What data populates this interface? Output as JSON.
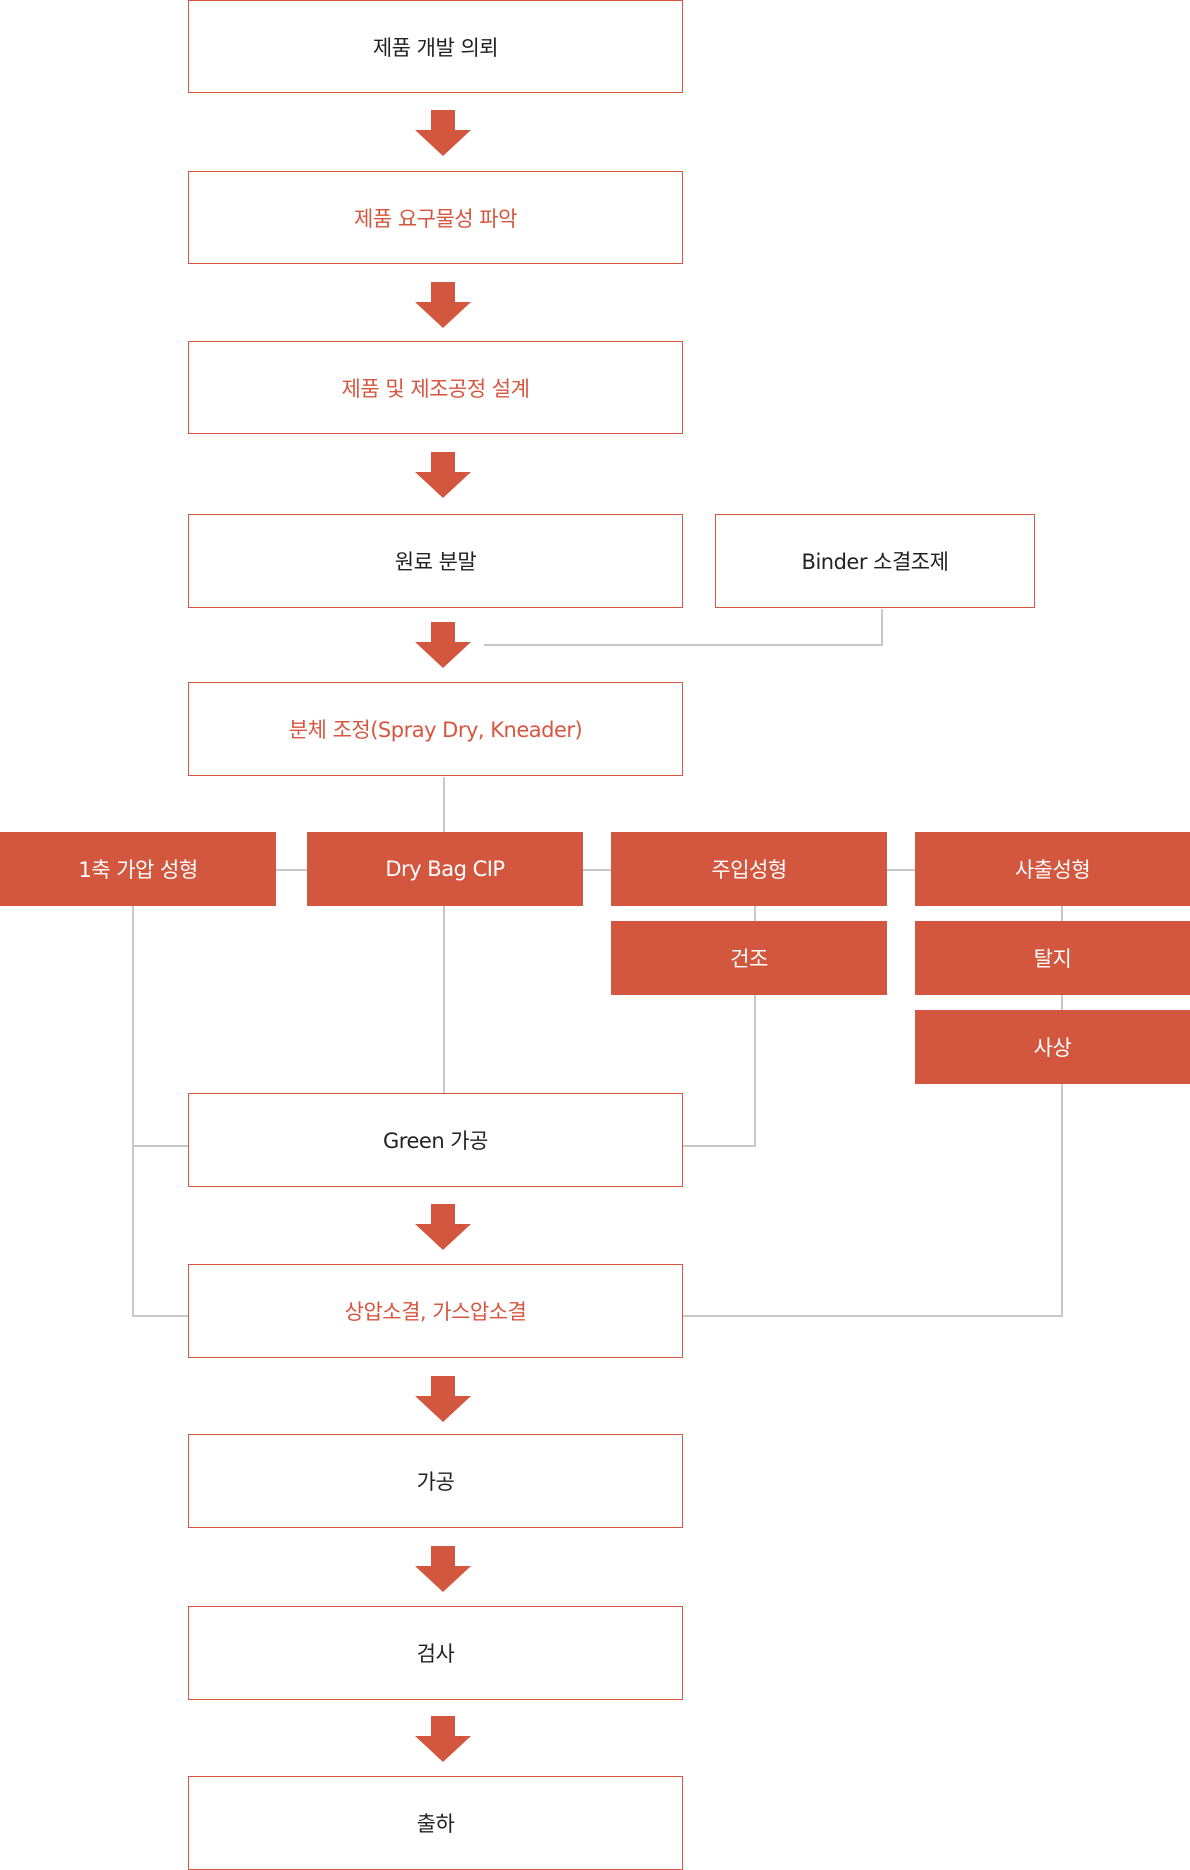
{
  "colors": {
    "accent": "#d3563f",
    "connector": "#c8c8c8",
    "text": "#222222"
  },
  "flow": {
    "request": "제품 개발 의뢰",
    "requirements": "제품 요구물성 파악",
    "design": "제품 및 제조공정 설계",
    "raw_powder": "원료 분말",
    "binder": "Binder 소결조제",
    "powder_prep": "분체 조정(Spray Dry, Kneader)",
    "green": "Green 가공",
    "sintering": "상압소결, 가스압소결",
    "machining": "가공",
    "inspection": "검사",
    "shipping": "출하"
  },
  "forming": {
    "uniaxial": "1축 가압 성형",
    "cip": "Dry Bag CIP",
    "slip_casting": "주입성형",
    "drying": "건조",
    "injection": "사출성형",
    "debinding": "탈지",
    "finishing": "사상"
  },
  "icons": {
    "arrow": "arrow-down-icon"
  }
}
